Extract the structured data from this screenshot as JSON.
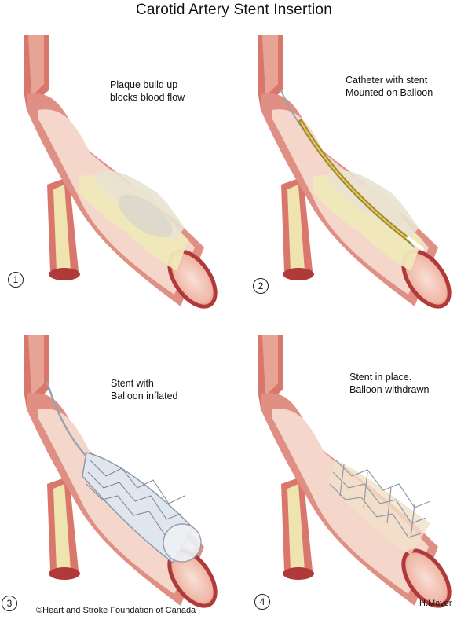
{
  "title": "Carotid Artery Stent Insertion",
  "panels": [
    {
      "number": "1",
      "caption": [
        "Plaque build up",
        "blocks blood flow"
      ]
    },
    {
      "number": "2",
      "caption": [
        "Catheter with stent",
        "Mounted on Balloon"
      ]
    },
    {
      "number": "3",
      "caption": [
        "Stent with",
        "Balloon inflated"
      ]
    },
    {
      "number": "4",
      "caption": [
        "Stent in place.",
        "Balloon withdrawn"
      ]
    }
  ],
  "copyright": "©Heart and Stroke Foundation of Canada",
  "artist": "H.Mayer",
  "colors": {
    "artery_wall": "#e0958a",
    "artery_dark": "#c9514a",
    "lumen": "#f6d9cf",
    "plaque": "#efe8b8",
    "catheter": "#a08a2a",
    "stent": "#8f9aa8",
    "balloon": "#dfe6ee"
  }
}
